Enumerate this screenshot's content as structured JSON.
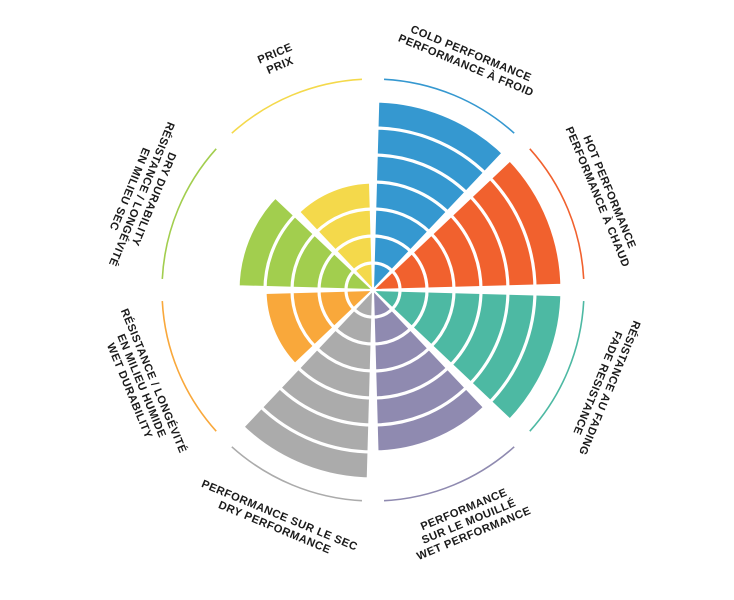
{
  "page": {
    "background": "#ffffff",
    "text_color": "#1b1b1b"
  },
  "chart_data": {
    "type": "pie",
    "variant": "polar-area-wheel (coxcomb, 8 equal 45° sectors, fill radius encodes value)",
    "start_angle_deg": 0,
    "sector_span_deg": 45,
    "scale": {
      "levels": 7,
      "outer_guide_ring": true
    },
    "legend_position": "radial-labels-around-wheel",
    "grid": "concentric white ring separators",
    "sectors": [
      {
        "id": "cold-performance",
        "label_lines": [
          "COLD PERFORMANCE",
          "PERFORMANCE À FROID"
        ],
        "value": 7,
        "color": "#3598d0"
      },
      {
        "id": "hot-performance",
        "label_lines": [
          "HOT PERFORMANCE",
          "PERFORMANCE À CHAUD"
        ],
        "value": 7,
        "color": "#f1612e"
      },
      {
        "id": "fade-resistance",
        "label_lines": [
          "RÉSISTANCE AU FADING",
          "FADE RESISTANCE"
        ],
        "value": 7,
        "color": "#4db9a3"
      },
      {
        "id": "wet-performance",
        "label_lines": [
          "PERFORMANCE",
          "SUR LE MOUILLÉ",
          "WET PERFORMANCE"
        ],
        "value": 6,
        "color": "#8f8ab0"
      },
      {
        "id": "dry-performance",
        "label_lines": [
          "PERFORMANCE SUR LE SEC",
          "DRY PERFORMANCE"
        ],
        "value": 7,
        "color": "#ababab"
      },
      {
        "id": "wet-durability",
        "label_lines": [
          "RÉSISTANCE / LONGÉVITÉ",
          "EN MILIEU HUMIDE",
          "WET DURABILITY"
        ],
        "value": 4,
        "color": "#f9a83b"
      },
      {
        "id": "dry-durability",
        "label_lines": [
          "DRY DURABILITY",
          "RÉSISTANCE / LONGÉVITÉ",
          "EN MILIEU SEC"
        ],
        "value": 5,
        "color": "#a2ce4e"
      },
      {
        "id": "price",
        "label_lines": [
          "PRICE",
          "PRIX"
        ],
        "value": 4,
        "color": "#f4d94b"
      }
    ]
  }
}
